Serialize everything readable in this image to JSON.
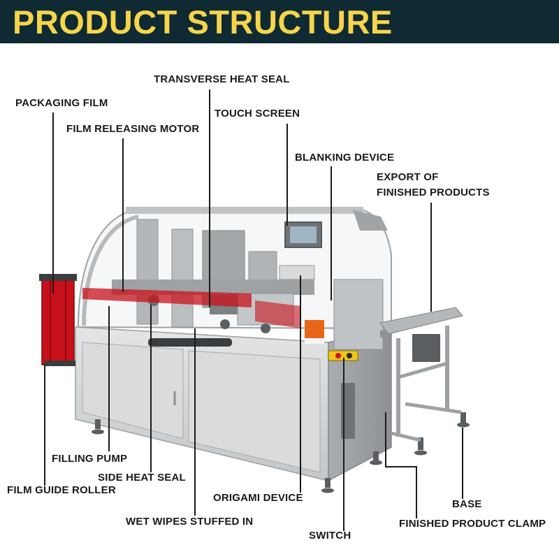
{
  "title": "PRODUCT STRUCTURE",
  "colors": {
    "header_bg": "#0f2a33",
    "title_text": "#f7d54a",
    "leader_line": "#1a1a1a",
    "machine_steel": "#c9ccce",
    "film_red": "#c8101a",
    "warning_label": "#e8661a"
  },
  "labels": {
    "packaging_film": "PACKAGING FILM",
    "film_releasing_motor": "FILM RELEASING MOTOR",
    "transverse_heat_seal": "TRANSVERSE HEAT SEAL",
    "touch_screen": "TOUCH SCREEN",
    "blanking_device": "BLANKING DEVICE",
    "export_line1": "EXPORT OF",
    "export_line2": "FINISHED PRODUCTS",
    "filling_pump": "FILLING PUMP",
    "side_heat_seal": "SIDE HEAT SEAL",
    "film_guide_roller": "FILM GUIDE ROLLER",
    "origami_device": "ORIGAMI DEVICE",
    "wet_wipes_stuffed_in": "WET WIPES STUFFED IN",
    "switch": "SWITCH",
    "base": "BASE",
    "finished_product_clamp": "FINISHED PRODUCT CLAMP"
  }
}
